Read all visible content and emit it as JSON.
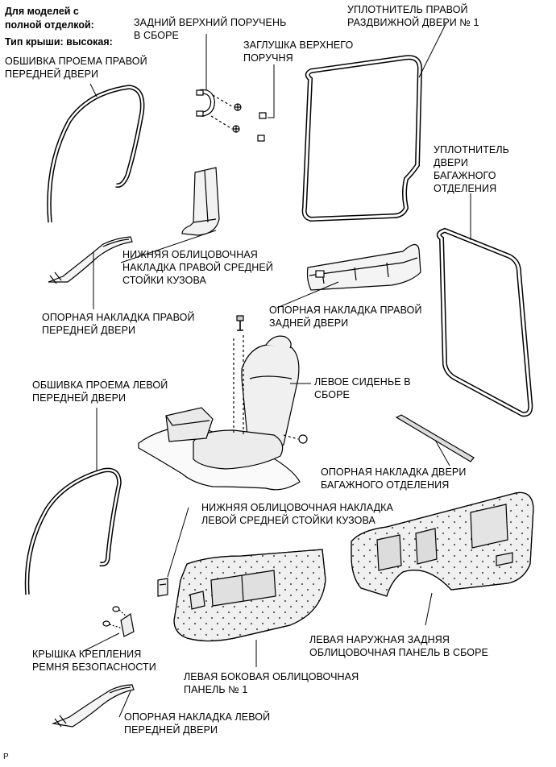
{
  "header": {
    "models_line1": "Для моделей с",
    "models_line2": "полной отделкой:",
    "roof_type": "Тип крыши: высокая:"
  },
  "labels": {
    "rear_upper_handle": [
      "ЗАДНИЙ ВЕРХНИЙ ПОРУЧЕНЬ",
      "В СБОРЕ"
    ],
    "upper_handle_cap": [
      "ЗАГЛУШКА ВЕРХНЕГО",
      "ПОРУЧНЯ"
    ],
    "right_sliding_door_seal": [
      "УПЛОТНИТЕЛЬ ПРАВОЙ",
      "РАЗДВИЖНОЙ ДВЕРИ № 1"
    ],
    "right_front_door_opening_trim": [
      "ОБШИВКА ПРОЕМА ПРАВОЙ",
      "ПЕРЕДНЕЙ ДВЕРИ"
    ],
    "back_door_seal": [
      "УПЛОТНИТЕЛЬ",
      "ДВЕРИ",
      "БАГАЖНОГО",
      "ОТДЕЛЕНИЯ"
    ],
    "right_center_pillar_lower_garnish": [
      "НИЖНЯЯ ОБЛИЦОВОЧНАЯ",
      "НАКЛАДКА ПРАВОЙ СРЕДНЕЙ",
      "СТОЙКИ КУЗОВА"
    ],
    "right_front_door_scuff_plate": [
      "ОПОРНАЯ НАКЛАДКА ПРАВОЙ",
      "ПЕРЕДНЕЙ ДВЕРИ"
    ],
    "right_rear_door_scuff_plate": [
      "ОПОРНАЯ НАКЛАДКА ПРАВОЙ",
      "ЗАДНЕЙ ДВЕРИ"
    ],
    "left_front_door_opening_trim": [
      "ОБШИВКА ПРОЕМА ЛЕВОЙ",
      "ПЕРЕДНЕЙ ДВЕРИ"
    ],
    "left_seat": [
      "ЛЕВОЕ СИДЕНЬЕ В",
      "СБОРЕ"
    ],
    "back_door_scuff_plate": [
      "ОПОРНАЯ НАКЛАДКА ДВЕРИ",
      "БАГАЖНОГО ОТДЕЛЕНИЯ"
    ],
    "left_center_pillar_lower_garnish": [
      "НИЖНЯЯ ОБЛИЦОВОЧНАЯ НАКЛАДКА",
      "ЛЕВОЙ СРЕДНЕЙ СТОЙКИ КУЗОВА"
    ],
    "left_rear_outer_trim_panel": [
      "ЛЕВАЯ НАРУЖНАЯ ЗАДНЯЯ",
      "ОБЛИЦОВОЧНАЯ ПАНЕЛЬ В СБОРЕ"
    ],
    "seat_belt_anchor_cover": [
      "КРЫШКА КРЕПЛЕНИЯ",
      "РЕМНЯ БЕЗОПАСНОСТИ"
    ],
    "left_side_trim_panel": [
      "ЛЕВАЯ БОКОВАЯ ОБЛИЦОВОЧНАЯ",
      "ПАНЕЛЬ № 1"
    ],
    "left_front_door_scuff_plate": [
      "ОПОРНАЯ НАКЛАДКА ЛЕВОЙ",
      "ПЕРЕДНЕЙ ДВЕРИ"
    ]
  },
  "footer_code": "P"
}
